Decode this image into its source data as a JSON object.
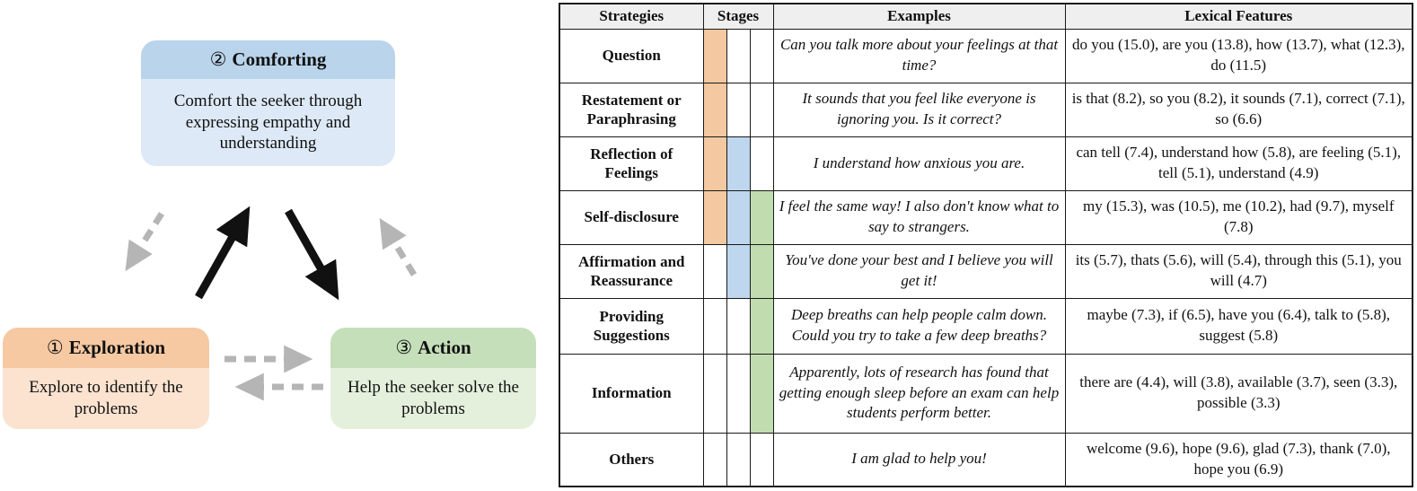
{
  "diagram": {
    "nodes": [
      {
        "id": "comforting",
        "number": "②",
        "title": "Comforting",
        "description": "Comfort the seeker through expressing empathy and understanding",
        "header_color": "#b9d4eb",
        "body_color": "#dde9f6"
      },
      {
        "id": "exploration",
        "number": "①",
        "title": "Exploration",
        "description": "Explore to identify the problems",
        "header_color": "#f6c9a3",
        "body_color": "#fbe3d0"
      },
      {
        "id": "action",
        "number": "③",
        "title": "Action",
        "description": "Help the seeker solve the problems",
        "header_color": "#c5dfba",
        "body_color": "#e4f0dc"
      }
    ],
    "arrow_colors": {
      "solid": "#111111",
      "dashed": "#b5b5b5"
    }
  },
  "table": {
    "headers": [
      "Strategies",
      "Stages",
      "Examples",
      "Lexical Features"
    ],
    "stage_colors": [
      "#f4c8a1",
      "#bed7ee",
      "#c1ddb0"
    ],
    "rows": [
      {
        "strategy": "Question",
        "stages": [
          1,
          0,
          0
        ],
        "example": "Can you talk more about your feelings at that time?",
        "lexical": "do you (15.0), are you (13.8), how (13.7), what (12.3), do (11.5)"
      },
      {
        "strategy": "Restatement or Paraphrasing",
        "stages": [
          1,
          0,
          0
        ],
        "example": "It sounds that you feel like everyone is ignoring you. Is it correct?",
        "lexical": "is that (8.2), so you (8.2), it sounds (7.1), correct (7.1), so (6.6)"
      },
      {
        "strategy": "Reflection of Feelings",
        "stages": [
          1,
          1,
          0
        ],
        "example": "I understand how anxious you are.",
        "lexical": "can tell (7.4), understand how (5.8), are feeling (5.1), tell (5.1), understand (4.9)"
      },
      {
        "strategy": "Self-disclosure",
        "stages": [
          1,
          1,
          1
        ],
        "example": "I feel the same way! I also don't know what to say to strangers.",
        "lexical": "my (15.3), was (10.5), me (10.2), had (9.7), myself (7.8)"
      },
      {
        "strategy": "Affirmation and Reassurance",
        "stages": [
          0,
          1,
          1
        ],
        "example": "You've done your best and I believe you will get it!",
        "lexical": "its (5.7), thats (5.6), will (5.4), through this (5.1), you will (4.7)"
      },
      {
        "strategy": "Providing Suggestions",
        "stages": [
          0,
          0,
          1
        ],
        "example": "Deep breaths can help people calm down. Could you try to take a few deep breaths?",
        "lexical": "maybe (7.3), if (6.5), have you (6.4), talk to (5.8), suggest (5.8)"
      },
      {
        "strategy": "Information",
        "stages": [
          0,
          0,
          1
        ],
        "example": "Apparently, lots of research has found that getting enough sleep before an exam can help students perform better.",
        "lexical": "there are (4.4), will (3.8), available (3.7), seen (3.3), possible (3.3)"
      },
      {
        "strategy": "Others",
        "stages": [
          0,
          0,
          0
        ],
        "example": "I am glad to help you!",
        "lexical": "welcome (9.6), hope (9.6), glad (7.3), thank (7.0), hope you (6.9)"
      }
    ]
  }
}
